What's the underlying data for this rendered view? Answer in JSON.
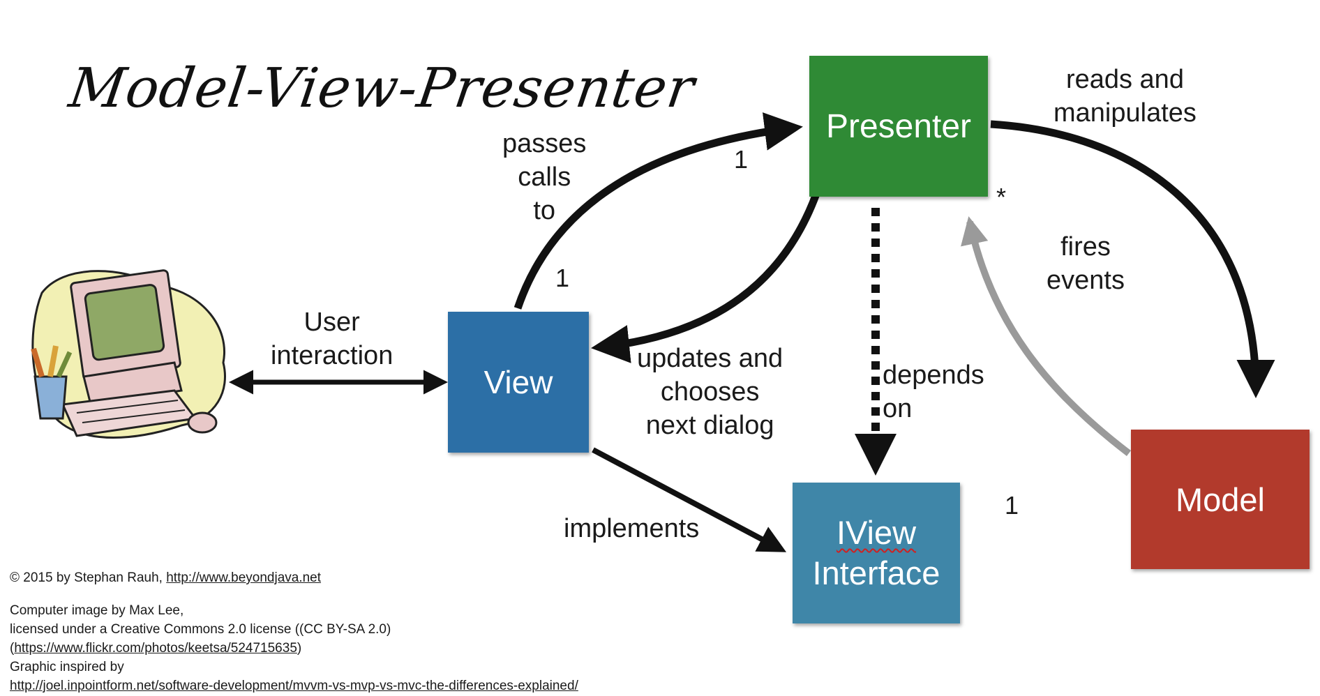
{
  "title": "Model-View-Presenter",
  "boxes": {
    "presenter": "Presenter",
    "view": "View",
    "iview_line1": "IView",
    "iview_line2": "Interface",
    "model": "Model"
  },
  "labels": {
    "user_interaction": [
      "User",
      "interaction"
    ],
    "passes_calls_to": [
      "passes",
      "calls",
      "to"
    ],
    "updates_and_chooses": [
      "updates and",
      "chooses",
      "next dialog"
    ],
    "depends_on": [
      "depends",
      "on"
    ],
    "reads_and_manipulates": [
      "reads and",
      "manipulates"
    ],
    "fires_events": [
      "fires",
      "events"
    ],
    "implements": "implements"
  },
  "multiplicities": {
    "view_to_presenter_start": "1",
    "view_to_presenter_end": "1",
    "presenter_model_star": "*",
    "model_one": "1"
  },
  "credits": {
    "copyright_prefix": "© 2015 by Stephan Rauh, ",
    "copyright_url": "http://www.beyondjava.net",
    "image_line1": "Computer image by Max Lee,",
    "image_line2": "licensed under a Creative Commons 2.0 license ((CC BY-SA 2.0)",
    "image_url_open": "(",
    "image_url": "https://www.flickr.com/photos/keetsa/524715635",
    "image_url_close": ")",
    "inspired_line": "Graphic inspired by",
    "inspired_url": "http://joel.inpointform.net/software-development/mvvm-vs-mvp-vs-mvc-the-differences-explained/"
  },
  "colors": {
    "presenter": "#2f8a35",
    "view": "#2c6fa6",
    "iview": "#3f86a8",
    "model": "#b23a2c",
    "arrow": "#111111",
    "event_arrow": "#9a9a9a"
  },
  "icons": {
    "computer": "computer-icon"
  }
}
